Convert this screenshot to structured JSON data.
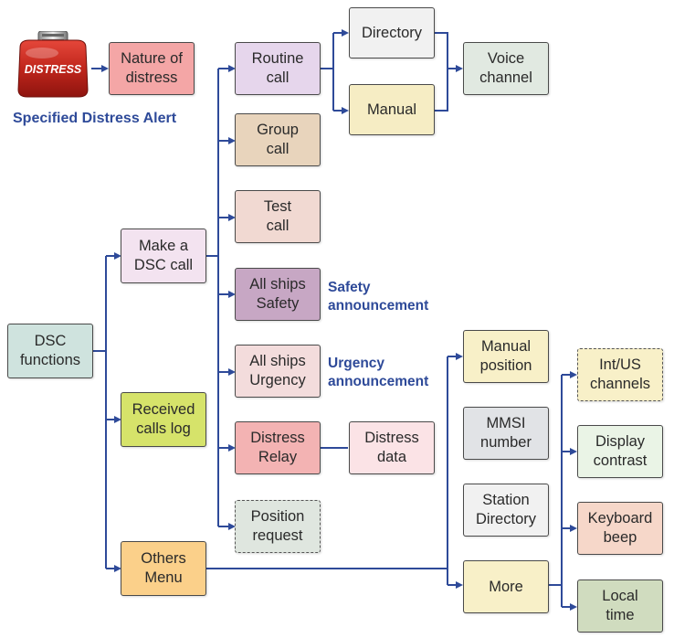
{
  "header": {
    "alert_caption": "Specified Distress Alert"
  },
  "distress_button": {
    "text": "DISTRESS"
  },
  "nodes": {
    "nature": "Nature of\ndistress",
    "dsc_functions": "DSC\nfunctions",
    "make_call": "Make a\nDSC call",
    "received_log": "Received\ncalls log",
    "others_menu": "Others\nMenu",
    "routine_call": "Routine\ncall",
    "group_call": "Group\ncall",
    "test_call": "Test\ncall",
    "all_ships_safety": "All ships\nSafety",
    "all_ships_urgency": "All ships\nUrgency",
    "distress_relay": "Distress\nRelay",
    "position_request": "Position\nrequest",
    "directory": "Directory",
    "manual": "Manual",
    "voice_channel": "Voice\nchannel",
    "distress_data": "Distress\ndata",
    "manual_position": "Manual\nposition",
    "mmsi_number": "MMSI\nnumber",
    "station_directory": "Station\nDirectory",
    "more": "More",
    "int_us_channels": "Int/US\nchannels",
    "display_contrast": "Display\ncontrast",
    "keyboard_beep": "Keyboard\nbeep",
    "local_time": "Local\ntime"
  },
  "annotations": {
    "safety": "Safety\nannouncement",
    "urgency": "Urgency\nannouncement"
  },
  "colors": {
    "connector": "#2e4a99",
    "nature": "#f4a6a6",
    "dsc_functions": "#cfe3de",
    "make_call": "#f3e3f0",
    "received_log": "#d6e36a",
    "others_menu": "#fbd08a",
    "routine_call": "#e6d6ec",
    "group_call": "#e8d4bc",
    "test_call": "#f1d9d2",
    "all_ships_safety": "#c7a7c4",
    "all_ships_urgency": "#f3dcdc",
    "distress_relay": "#f3b3b3",
    "position_request": "#dfe6df",
    "directory": "#f1f1f1",
    "manual": "#f6edc4",
    "voice_channel": "#e1e9e1",
    "distress_data": "#fbe3e6",
    "manual_position": "#f8f0c8",
    "mmsi_number": "#e1e3e6",
    "station_directory": "#f1f1f1",
    "more": "#f8f0c8",
    "int_us_channels": "#f8f0c8",
    "display_contrast": "#eaf4e6",
    "keyboard_beep": "#f6d7c9",
    "local_time": "#d0dcbf"
  }
}
